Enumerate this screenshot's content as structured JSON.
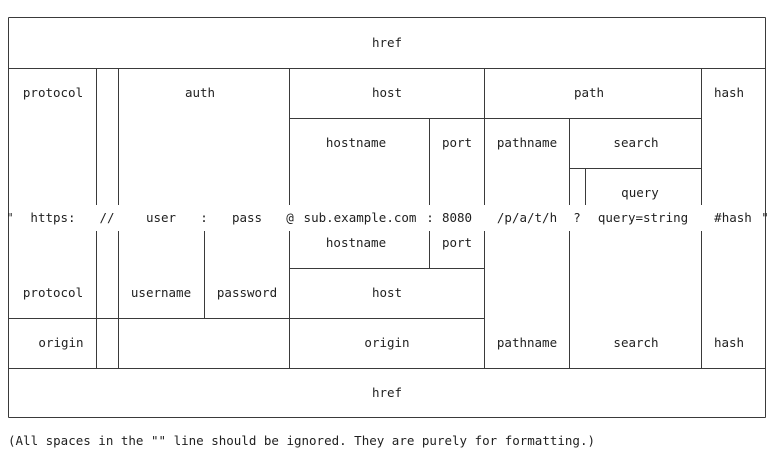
{
  "rows": {
    "href_top": {
      "label": "href"
    },
    "level1": {
      "protocol": "protocol",
      "auth": "auth",
      "host": "host",
      "path": "path",
      "hash": "hash"
    },
    "level2": {
      "hostname": "hostname",
      "port": "port",
      "pathname": "pathname",
      "search": "search"
    },
    "level3": {
      "query": "query"
    },
    "url_line": {
      "open_quote": "\"",
      "protocol": "https:",
      "slashes": "//",
      "user": "user",
      "colon1": ":",
      "pass": "pass",
      "at": "@",
      "hostname": "sub.example.com",
      "colon2": ":",
      "port": "8080",
      "pathname": "/p/a/t/h",
      "question": "?",
      "query": "query=string",
      "hash": "#hash",
      "close_quote": "\""
    },
    "lower1": {
      "hostname": "hostname",
      "port": "port"
    },
    "lower2": {
      "protocol": "protocol",
      "username": "username",
      "password": "password",
      "host": "host"
    },
    "lower3": {
      "origin1": "origin",
      "origin2": "origin",
      "pathname": "pathname",
      "search": "search",
      "hash": "hash"
    },
    "href_bottom": {
      "label": "href"
    }
  },
  "footnote": "(All spaces in the \"\" line should be ignored. They are purely for formatting.)"
}
